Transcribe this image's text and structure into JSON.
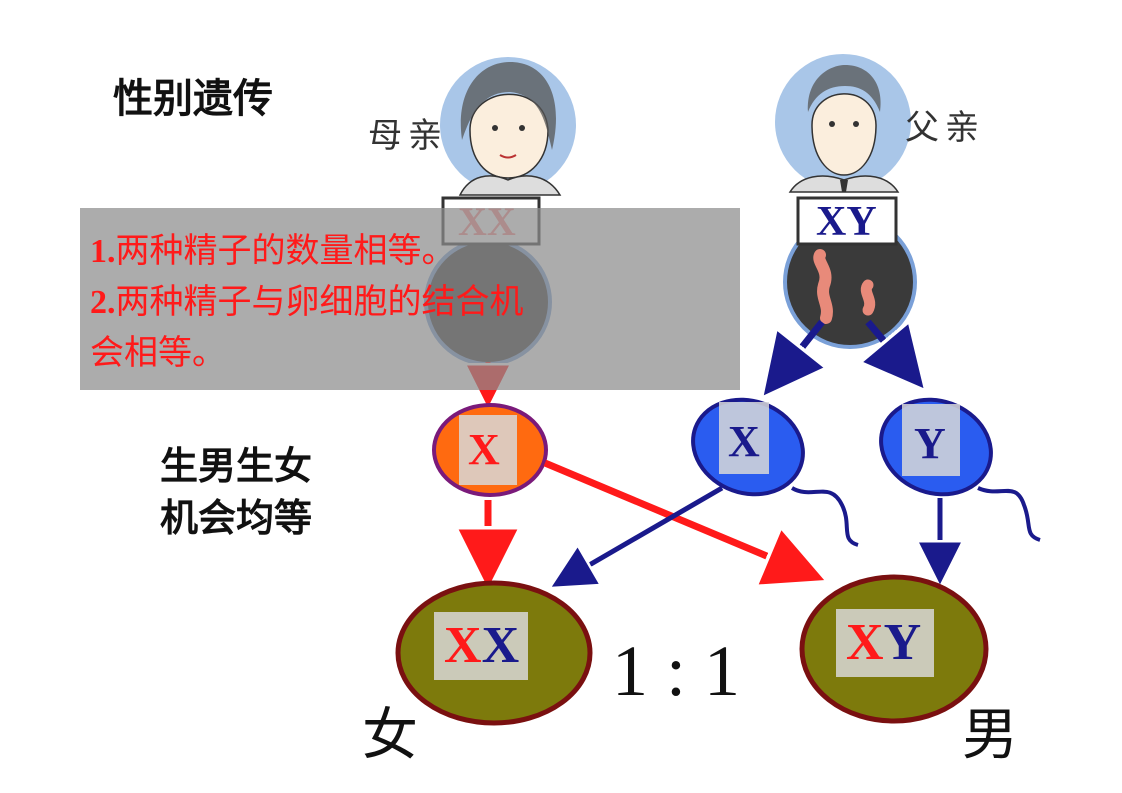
{
  "title": "性别遗传",
  "mother": {
    "label": "母亲",
    "genotype": "XX"
  },
  "father": {
    "label": "父亲",
    "genotype": "XY"
  },
  "egg": {
    "label": "X"
  },
  "sperm": [
    {
      "label": "X"
    },
    {
      "label": "Y"
    }
  ],
  "offspring": [
    {
      "genotype_a": "X",
      "genotype_b": "X",
      "sex": "女"
    },
    {
      "genotype_a": "X",
      "genotype_b": "Y",
      "sex": "男"
    }
  ],
  "ratio": "1 : 1",
  "chance_text": {
    "line1": "生男生女",
    "line2": "机会均等"
  },
  "note": {
    "item1_num": "1.",
    "item1_text": "两种精子的数量相等。",
    "item2_num": "2.",
    "item2_text": "两种精子与卵细胞的结合机",
    "item2_cont": "会相等。"
  },
  "colors": {
    "x_red": "#ff1a1a",
    "navy": "#1a1a8c",
    "olive": "#7d7a0c",
    "offspring_border": "#7a1010",
    "egg_fill": "#ff6a10",
    "egg_border": "#7a1a7a",
    "sperm_fill": "#2a5cf0",
    "portrait_bg": "#a9c6e8",
    "note_text": "#ff1a1a"
  }
}
